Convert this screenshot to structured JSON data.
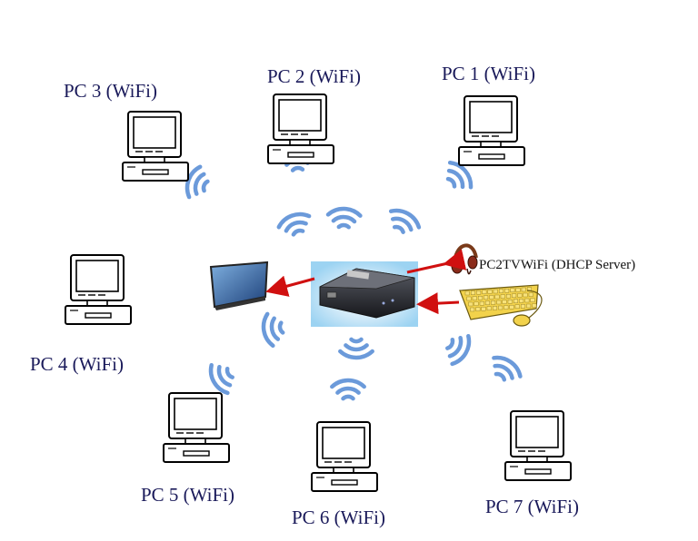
{
  "nodes": [
    {
      "id": "pc1",
      "label": "PC 1 (WiFi)"
    },
    {
      "id": "pc2",
      "label": "PC 2 (WiFi)"
    },
    {
      "id": "pc3",
      "label": "PC 3 (WiFi)"
    },
    {
      "id": "pc4",
      "label": "PC 4 (WiFi)"
    },
    {
      "id": "pc5",
      "label": "PC 5 (WiFi)"
    },
    {
      "id": "pc6",
      "label": "PC 6 (WiFi)"
    },
    {
      "id": "pc7",
      "label": "PC 7 (WiFi)"
    }
  ],
  "server": {
    "label": "PC2TVWiFi (DHCP Server)"
  },
  "colors": {
    "label_text": "#1a1a5a",
    "wave": "#5b8fd6",
    "arrow": "#d01010",
    "box_glow": "#9cd3f2",
    "keyboard": "#f2d24b"
  }
}
